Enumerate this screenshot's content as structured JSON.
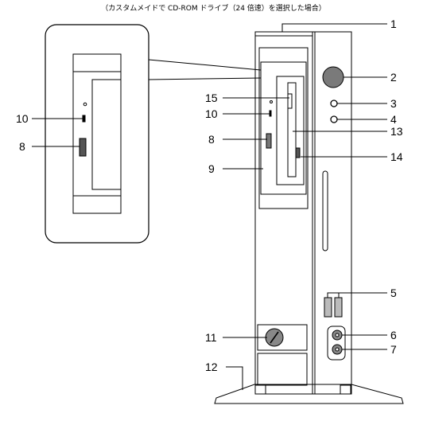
{
  "caption": "（カスタムメイドで CD-ROM ドライブ（24 倍速）を選択した場合）",
  "callouts": [
    {
      "id": "power-button",
      "number": "1"
    },
    {
      "id": "power-switch",
      "number": "2"
    },
    {
      "id": "power-lamp",
      "number": "3"
    },
    {
      "id": "disk-access-lamp",
      "number": "4"
    },
    {
      "id": "usb-connectors",
      "number": "5"
    },
    {
      "id": "headphone-jack",
      "number": "6"
    },
    {
      "id": "mic-jack",
      "number": "7"
    },
    {
      "id": "cd-eject-button-main",
      "number": "8"
    },
    {
      "id": "cd-eject-button-zoom",
      "number": "8"
    },
    {
      "id": "cdrom-drive",
      "number": "9"
    },
    {
      "id": "cd-access-lamp-main",
      "number": "10"
    },
    {
      "id": "cd-access-lamp-zoom",
      "number": "10"
    },
    {
      "id": "key",
      "number": "11"
    },
    {
      "id": "stand",
      "number": "12"
    },
    {
      "id": "floppy-drive",
      "number": "13"
    },
    {
      "id": "floppy-eject-button",
      "number": "14"
    },
    {
      "id": "floppy-access-lamp",
      "number": "15"
    }
  ]
}
